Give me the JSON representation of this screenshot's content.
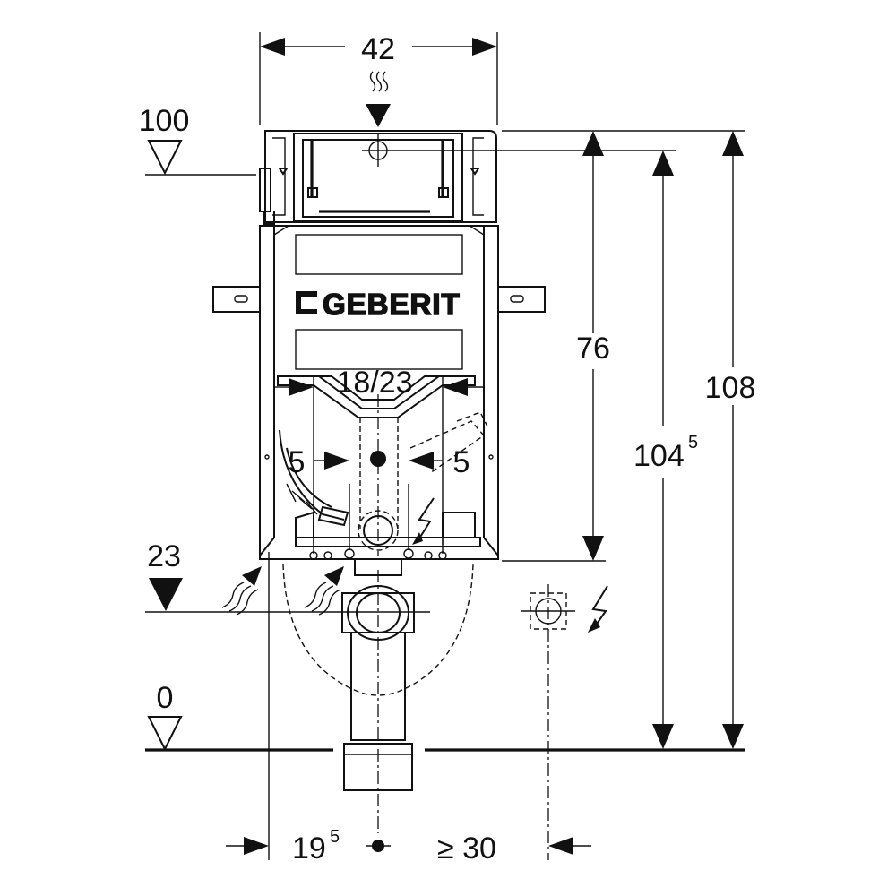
{
  "brand": {
    "logo_text": "GEBERIT"
  },
  "dimensions": {
    "width_top": "42",
    "level_100": "100",
    "level_23": "23",
    "level_0": "0",
    "height_76": "76",
    "height_104_base": "104",
    "height_104_sup": "5",
    "height_108": "108",
    "flush_pipe_range": "18/23",
    "left_offset": "5",
    "right_offset": "5",
    "bottom_left_base": "19",
    "bottom_left_sup": "5",
    "bottom_right": "≥ 30"
  },
  "icons": {
    "water_supply": "wavy-water-arrow-icon",
    "electric": "lightning-bolt-icon",
    "level_marker": "triangle-level-icon"
  }
}
